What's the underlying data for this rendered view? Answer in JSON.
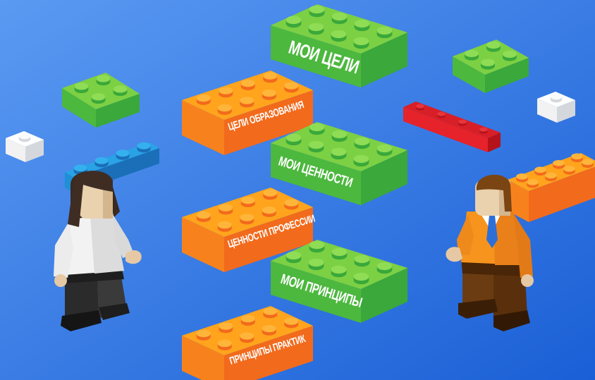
{
  "colors": {
    "background_from": "#5b9af2",
    "background_to": "#1a5fd6",
    "green_top": "#7cd043",
    "green_side": "#3aa83a",
    "orange_top": "#ffa41c",
    "orange_side": "#f26a1c",
    "red": "#e6222a",
    "blue": "#1f8fd6",
    "white_brick": "#f2f2f2",
    "label": "#ffffff"
  },
  "bricks": [
    {
      "id": "goals",
      "color": "green",
      "label": "МОИ ЦЕЛИ"
    },
    {
      "id": "education-goals",
      "color": "orange",
      "label": "ЦЕЛИ ОБРАЗОВАНИЯ"
    },
    {
      "id": "values",
      "color": "green",
      "label": "МОИ ЦЕННОСТИ"
    },
    {
      "id": "profession-values",
      "color": "orange",
      "label": "ЦЕННОСТИ ПРОФЕССИИ"
    },
    {
      "id": "principles",
      "color": "green",
      "label": "МОИ ПРИНЦИПЫ"
    },
    {
      "id": "practice-principles",
      "color": "orange",
      "label": "ПРИНЦИПЫ ПРАКТИК"
    }
  ],
  "figures": [
    {
      "id": "woman",
      "shirt": "white",
      "pants": "black"
    },
    {
      "id": "man",
      "shirt": "orange-vest",
      "pants": "brown"
    }
  ]
}
